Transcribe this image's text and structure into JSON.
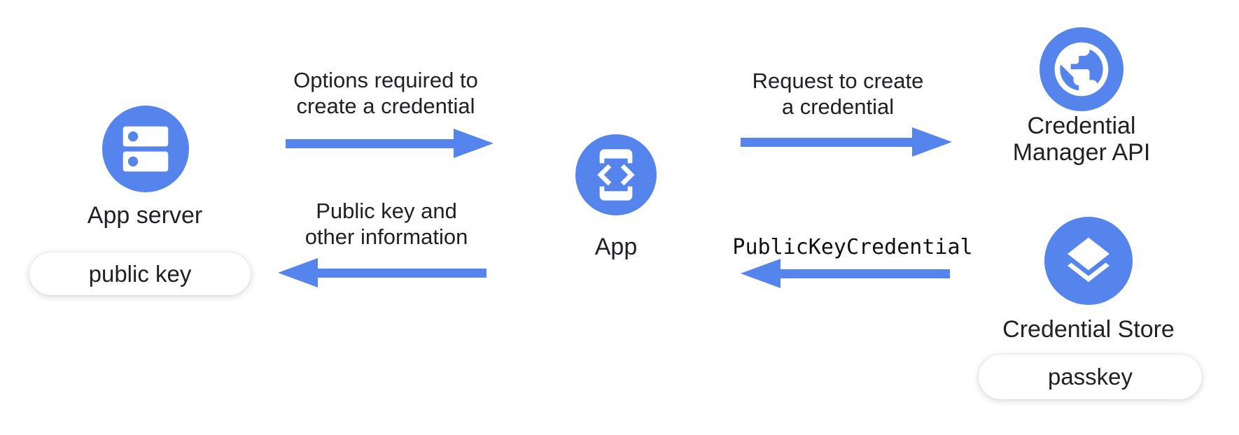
{
  "colors": {
    "blue": "#5585EC",
    "text": "#202124",
    "pill_bg": "#FFFFFF"
  },
  "nodes": {
    "app_server": {
      "label": "App server",
      "icon": "server-icon",
      "badge": "public key"
    },
    "app": {
      "label": "App",
      "icon": "phone-code-icon"
    },
    "credential_manager_api": {
      "label_line1": "Credential",
      "label_line2": "Manager API",
      "icon": "globe-icon"
    },
    "credential_store": {
      "label": "Credential Store",
      "icon": "layers-icon",
      "badge": "passkey"
    }
  },
  "arrows": {
    "options": {
      "label_line1": "Options required to",
      "label_line2": "create a credential",
      "direction": "right",
      "from": "App server",
      "to": "App"
    },
    "request": {
      "label_line1": "Request to create",
      "label_line2": "a credential",
      "direction": "right",
      "from": "App",
      "to": "Credential Manager API"
    },
    "public_key_credential": {
      "label": "PublicKeyCredential",
      "direction": "left",
      "from": "Credential Store",
      "to": "App"
    },
    "public_key_info": {
      "label_line1": "Public key and",
      "label_line2": "other information",
      "direction": "left",
      "from": "App",
      "to": "App server"
    }
  }
}
